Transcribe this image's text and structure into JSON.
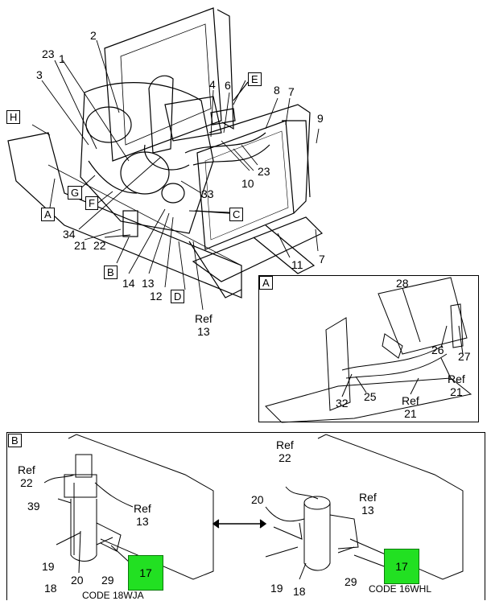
{
  "main": {
    "callouts": {
      "n1": "1",
      "n2": "2",
      "n3": "3",
      "n4": "4",
      "n6": "6",
      "n7a": "7",
      "n7b": "7",
      "n8": "8",
      "n9": "9",
      "n10": "10",
      "n11": "11",
      "n12": "12",
      "n13": "13",
      "n14": "14",
      "n21": "21",
      "n22": "22",
      "n23a": "23",
      "n23b": "23",
      "n33": "33",
      "n34": "34",
      "ref13": "Ref\n13"
    },
    "view_refs": {
      "E": "E",
      "H": "H",
      "G": "G",
      "F": "F",
      "A": "A",
      "C": "C",
      "B": "B",
      "D": "D"
    }
  },
  "detail_a": {
    "title": "A",
    "callouts": {
      "n28": "28",
      "n26": "26",
      "n27": "27",
      "ref21a": "Ref\n21",
      "ref21b": "Ref\n21",
      "n32": "32",
      "n25": "25"
    }
  },
  "detail_b": {
    "title": "B",
    "left": {
      "callouts": {
        "ref22": "Ref\n22",
        "n39": "39",
        "ref13": "Ref\n13",
        "n19": "19",
        "n20": "20",
        "n18": "18",
        "n29": "29"
      },
      "part": "17",
      "code": "CODE 18WJA"
    },
    "right": {
      "callouts": {
        "ref22": "Ref\n22",
        "n20": "20",
        "ref13": "Ref\n13",
        "n19": "19",
        "n18": "18",
        "n29": "29"
      },
      "part": "17",
      "code": "CODE 16WHL"
    },
    "arrow": "double-arrow-icon"
  },
  "colors": {
    "highlight": "#22e022",
    "line": "#000000"
  }
}
